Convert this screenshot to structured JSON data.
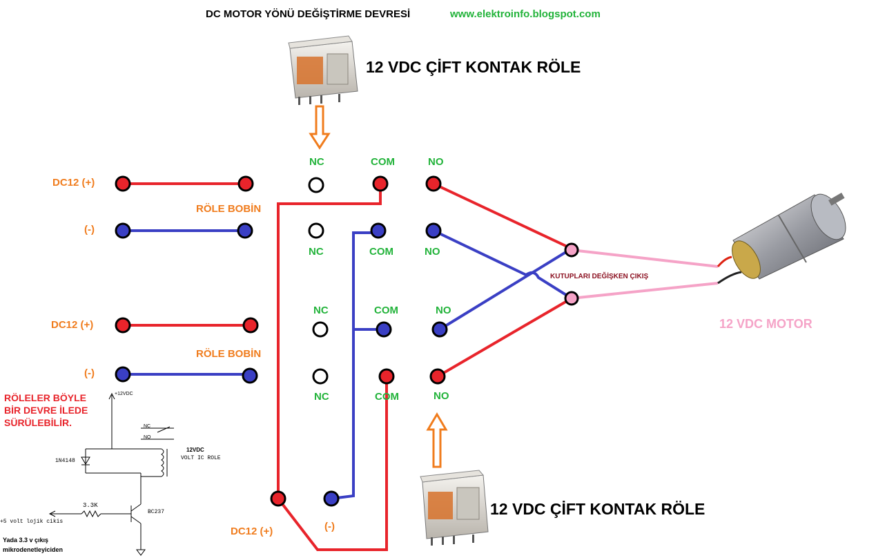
{
  "title": {
    "main": "DC MOTOR YÖNÜ DEĞİŞTİRME DEVRESİ",
    "url": "www.elektroinfo.blogspot.com"
  },
  "relay_top_label": "12 VDC ÇİFT KONTAK RÖLE",
  "relay_bottom_label": "12 VDC ÇİFT KONTAK RÖLE",
  "relay1": {
    "dc12_label": "DC12 (+)",
    "minus_label": "(-)",
    "coil_label": "RÖLE BOBİN",
    "nc_top": "NC",
    "com_top": "COM",
    "no_top": "NO",
    "nc_bottom": "NC",
    "com_bottom": "COM",
    "no_bottom": "NO"
  },
  "relay2": {
    "dc12_label": "DC12 (+)",
    "minus_label": "(-)",
    "coil_label": "RÖLE BOBİN",
    "nc_top": "NC",
    "com_top": "COM",
    "no_top": "NO",
    "nc_bottom": "NC",
    "com_bottom": "COM",
    "no_bottom": "NO"
  },
  "output_label": "KUTUPLARI DEĞİŞKEN ÇIKIŞ",
  "motor_label": "12 VDC MOTOR",
  "supply": {
    "dc12_label": "DC12 (+)",
    "minus_label": "(-)"
  },
  "driver_note": "RÖLELER BÖYLE\nBİR DEVRE İLEDE\nSÜRÜLEBİLİR.",
  "driver_circuit": {
    "vcc": "+12VDC",
    "nc": "NC",
    "no": "NO",
    "diode": "1N4148",
    "relay_a": "12VDC",
    "relay_b": "VOLT IC ROLE",
    "resistor": "3.3K",
    "transistor": "BC237",
    "input": "+5 volt lojik cikis",
    "note_a": "Yada 3.3 v çıkış",
    "note_b": "mikrodenetleyiciden"
  },
  "colors": {
    "red_wire": "#e8242b",
    "blue_wire": "#3a3fc4",
    "pink_wire": "#f5a3c7",
    "orange_arrow": "#f07c1d",
    "label_orange": "#f07c1d",
    "label_green": "#22b33a"
  }
}
